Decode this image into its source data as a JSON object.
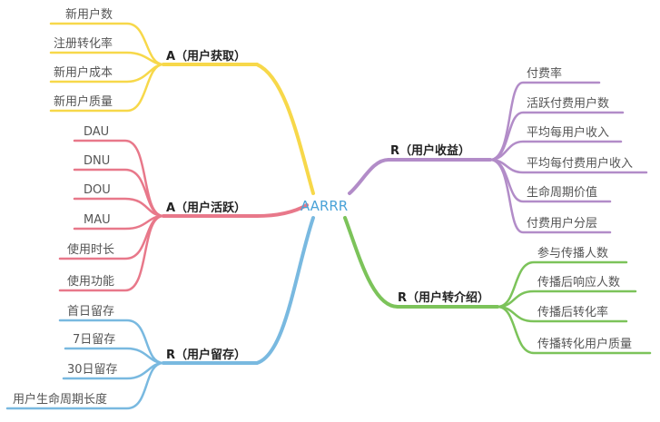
{
  "center": {
    "label": "AARRR",
    "color": "#4aa3d8"
  },
  "branches": {
    "acquisition": {
      "label": "A（用户获取）",
      "color": "#f7d84a",
      "items": [
        "新用户数",
        "注册转化率",
        "新用户成本",
        "新用户质量"
      ]
    },
    "activation": {
      "label": "A（用户活跃）",
      "color": "#e8788a",
      "items": [
        "DAU",
        "DNU",
        "DOU",
        "MAU",
        "使用时长",
        "使用功能"
      ]
    },
    "retention": {
      "label": "R（用户留存）",
      "color": "#79b9e0",
      "items": [
        "首日留存",
        "7日留存",
        "30日留存",
        "用户生命周期长度"
      ]
    },
    "revenue": {
      "label": "R（用户收益）",
      "color": "#b28cc8",
      "items": [
        "付费率",
        "活跃付费用户数",
        "平均每用户收入",
        "平均每付费用户收入",
        "生命周期价值",
        "付费用户分层"
      ]
    },
    "referral": {
      "label": "R（用户转介绍）",
      "color": "#7cc35a",
      "items": [
        "参与传播人数",
        "传播后响应人数",
        "传播后转化率",
        "传播转化用户质量"
      ]
    }
  }
}
